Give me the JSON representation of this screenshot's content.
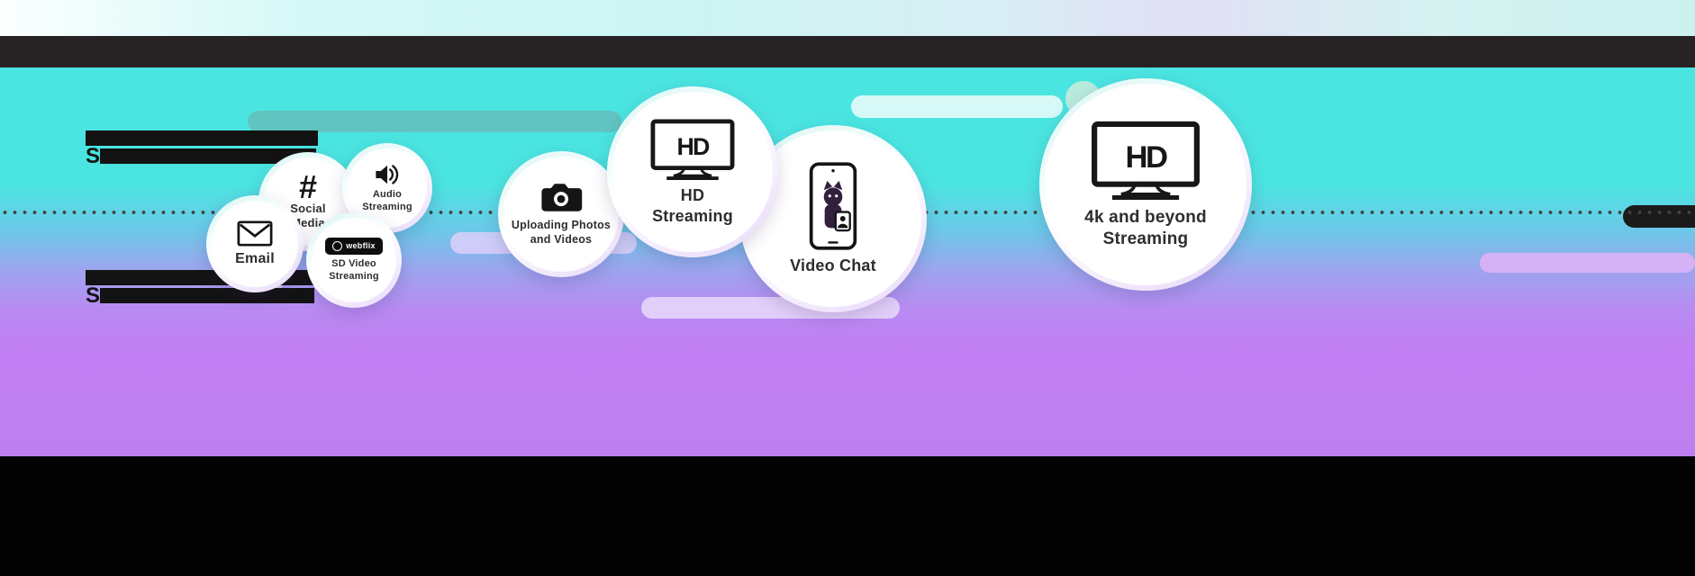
{
  "speed_tiers": {
    "tier1": {
      "visible_prefix": "S"
    },
    "tier2": {
      "visible_prefix": "S"
    }
  },
  "bubbles": {
    "email": {
      "label": "Email"
    },
    "social_media": {
      "label": "Social\nMedia"
    },
    "audio_streaming": {
      "label": "Audio\nStreaming"
    },
    "sd_video_streaming": {
      "label": "SD Video\nStreaming",
      "logo_text": "webflix"
    },
    "uploading": {
      "label": "Uploading Photos\nand Videos"
    },
    "hd_streaming": {
      "label": "HD\nStreaming",
      "tv_badge": "HD"
    },
    "video_chat": {
      "label": "Video Chat"
    },
    "uhd_streaming": {
      "label": "4k and beyond\nStreaming",
      "tv_badge": "HD"
    }
  },
  "icons": {
    "social_glyph": "#"
  },
  "colors": {
    "cyan": "#4BE5E1",
    "purple": "#BD80F2",
    "top_bar": "#272324",
    "bottom_band": "#030303",
    "dotted_line": "#424242",
    "teal_pill": "#60C5C0",
    "lavender_pill": "#E2D1FA"
  }
}
